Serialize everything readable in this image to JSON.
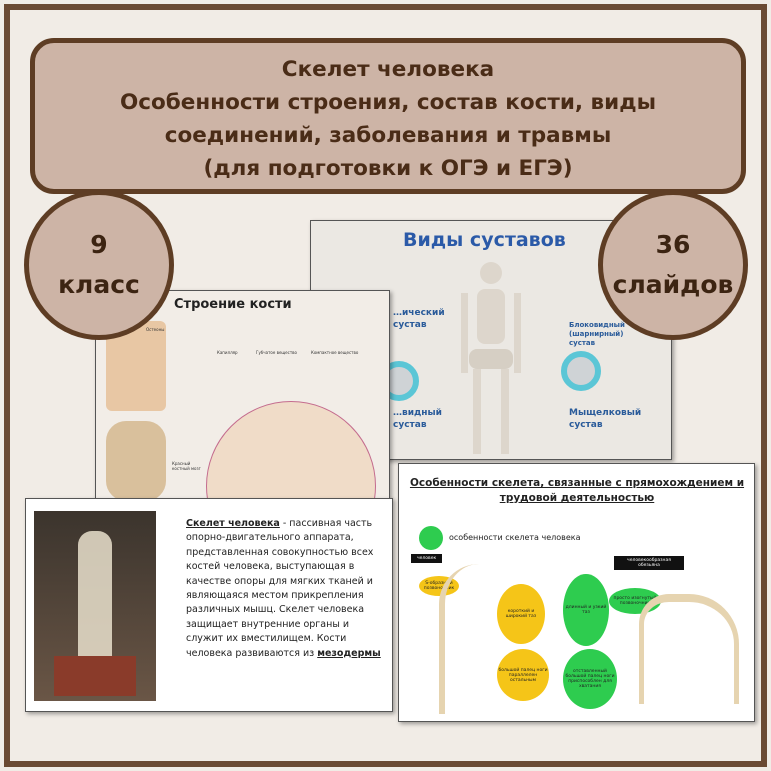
{
  "title": {
    "line1": "Скелет человека",
    "line2": "Особенности строения, состав кости, виды",
    "line3": "соединений, заболевания и травмы",
    "line4": "(для подготовки к ОГЭ и ЕГЭ)"
  },
  "badge_left": {
    "line1": "9",
    "line2": "класс"
  },
  "badge_right": {
    "line1": "36",
    "line2": "слайдов"
  },
  "slide_joints": {
    "title": "Виды суставов",
    "labels": [
      "…ический сустав",
      "…видный сустав",
      "Блоковидный (шарнирный) сустав",
      "Мыщелковый сустав"
    ]
  },
  "slide_bone": {
    "title": "Строение кости",
    "labels": [
      "Остеоны",
      "Капилляр",
      "Губчатое вещество",
      "Компактное вещество",
      "Красный костный мозг"
    ]
  },
  "slide_skeleton": {
    "term": "Скелет человека",
    "text": " - пассивная часть опорно-двигательного аппарата, представленная совокупностью всех костей человека, выступающая в качестве опоры для мягких тканей и являющаяся местом прикрепления различных мышц. Скелет человека защищает внутренние органы и служит их вместилищем. Кости человека развиваются из ",
    "last": "мезодермы"
  },
  "slide_features": {
    "title": "Особенности скелета, связанные с прямохождением и трудовой деятельностью",
    "subtitle": "особенности скелета человека",
    "human": "человек",
    "ape": "человекообразная обезьяна",
    "notes": [
      "S-образный позвоночник",
      "короткий и широкий таз",
      "большой палец ноги параллелен остальным",
      "длинный и узкий таз",
      "просто изогнутый позвоночник",
      "отставленный большой палец ноги приспособлен для хватания"
    ]
  }
}
